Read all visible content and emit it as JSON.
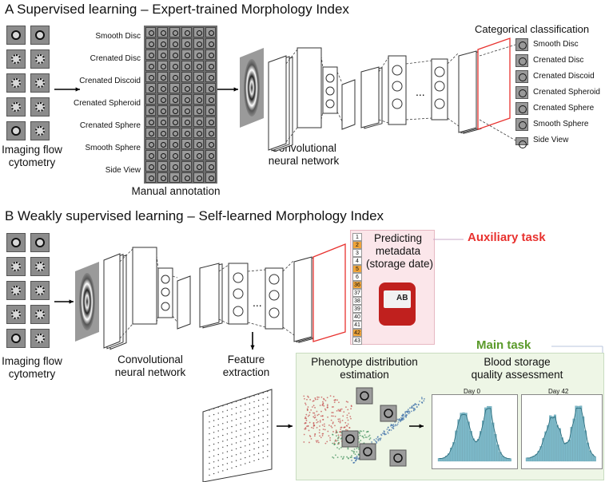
{
  "panel_a": {
    "title": "A Supervised learning – Expert-trained Morphology Index",
    "input_label_1": "Imaging flow",
    "input_label_2": "cytometry",
    "annotation_rows": [
      "Smooth Disc",
      "Crenated Disc",
      "Crenated Discoid",
      "Crenated Spheroid",
      "Crenated Sphere",
      "Smooth Sphere",
      "Side View"
    ],
    "annotation_label": "Manual annotation",
    "cnn_label_1": "Convolutional",
    "cnn_label_2": "neural network",
    "dots": "...",
    "output_title": "Categorical classification",
    "output_classes": [
      "Smooth Disc",
      "Crenated Disc",
      "Crenated Discoid",
      "Crenated Spheroid",
      "Crenated Sphere",
      "Smooth Sphere",
      "Side View"
    ]
  },
  "panel_b": {
    "title": "B Weakly supervised learning – Self-learned Morphology Index",
    "input_label_1": "Imaging flow",
    "input_label_2": "cytometry",
    "cnn_label_1": "Convolutional",
    "cnn_label_2": "neural network",
    "dots": "...",
    "feature_label_1": "Feature",
    "feature_label_2": "extraction",
    "storage_days": [
      "1",
      "2",
      "3",
      "4",
      "5",
      "6",
      "36",
      "37",
      "38",
      "39",
      "40",
      "41",
      "42",
      "43"
    ],
    "storage_highlight": [
      "2",
      "5",
      "36",
      "42"
    ],
    "meta_label_1": "Predicting",
    "meta_label_2": "metadata",
    "meta_label_3": "(storage date)",
    "bag_label": "AB",
    "aux_task": "Auxiliary task",
    "main_task": "Main task",
    "pheno_label_1": "Phenotype distribution",
    "pheno_label_2": "estimation",
    "quality_label_1": "Blood storage",
    "quality_label_2": "quality assessment",
    "day0": "Day 0",
    "day42": "Day 42"
  },
  "colors": {
    "aux": "#e8322f",
    "main": "#5a9a2a",
    "hist": "#6fb3c6",
    "highlight": "#f0a43a"
  }
}
